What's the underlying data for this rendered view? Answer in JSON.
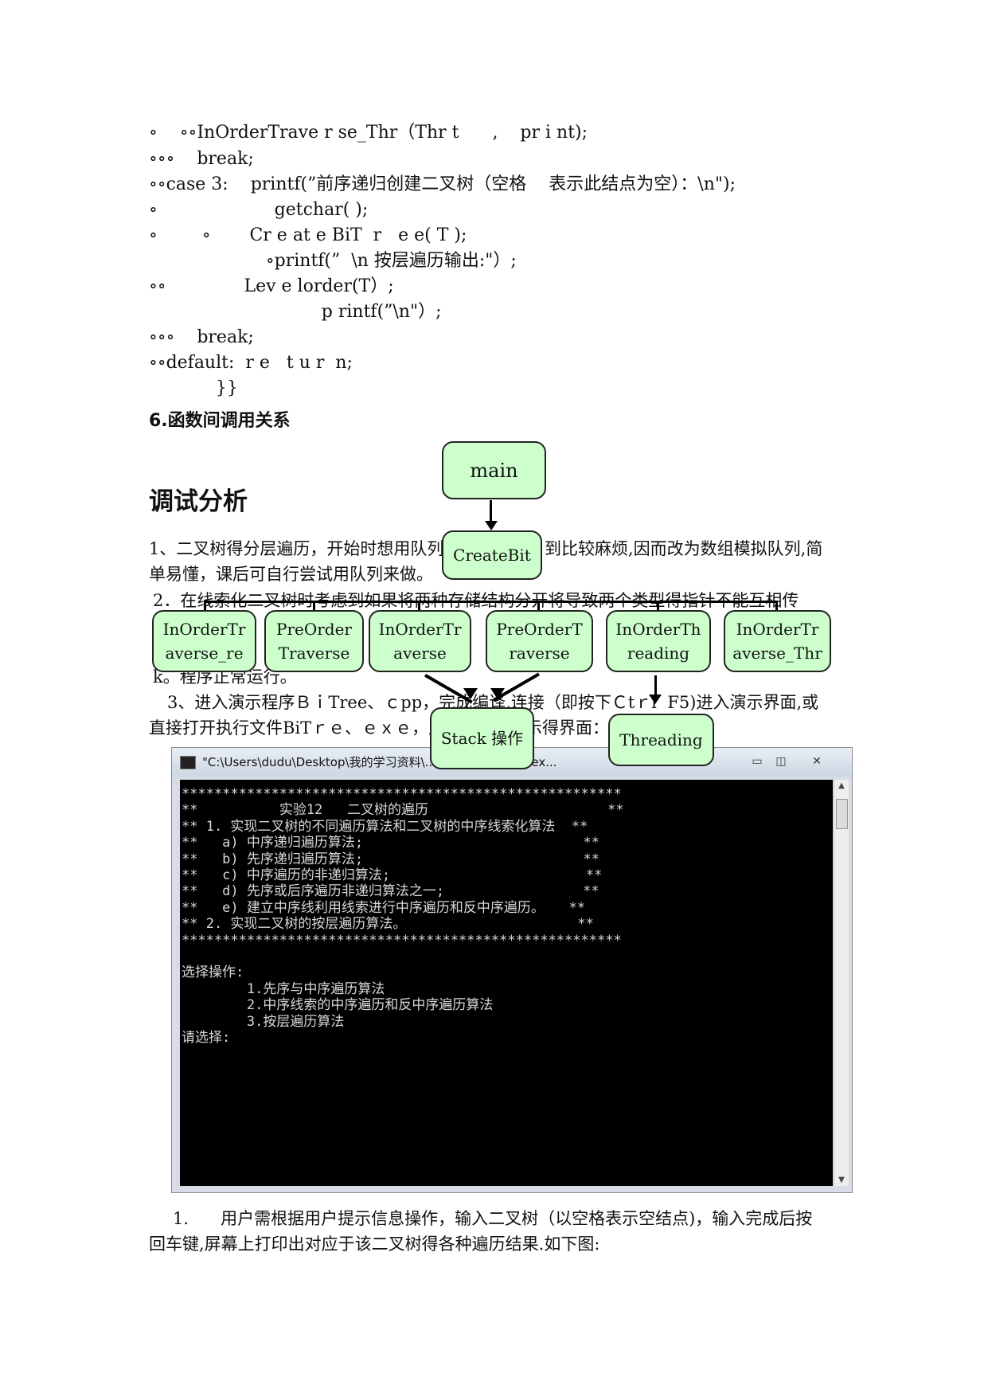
{
  "code_lines": [
    "∘    ∘∘InOrderTrave r se_Thr（Thr t      ,    pr i nt);",
    "∘∘∘    break;",
    "∘∘case 3:    printf(”前序递归创建二叉树（空格    表示此结点为空）：\\n\");",
    "∘                     getchar( );",
    "∘        ∘       Cr e at e BiT  r   e e( T );",
    "                     ∘printf(”  \\n 按层遍历输出:\"）;",
    "∘∘              Lev e lorder(T）;",
    "                               p rintf(”\\n\"）;",
    "∘∘∘    break;",
    "∘∘default:  r e   t u r  n;",
    "            }}"
  ],
  "section6_title": "6.函数间调用关系",
  "debug_title": "调试分析",
  "para1_line1": "1、二叉树得分层遍历，开始时想用队列",
  "para1_line1_end": "到比较麻烦,因而改为数组模拟队列,简",
  "para1_line2": "单易懂，课后可自行尝试用队列来做。",
  "para2_line1": "2．在线索化二叉树时考虑到如果将两种存储结构分开将导致两个类型得指针不能互相传",
  "para2_line3": "k。程序正常运行。",
  "para3_line1": "3、进入演示程序ＢｉTree、ｃpp，完成编译,连接（即按下Ｃtｒl  F5)进入演示界面,或",
  "para3_line2_start": "直接打开执行文件BiTｒｅ、ｅｘｅ，产",
  "para3_line2_end": "示得界面：",
  "nodes": {
    "main": "main",
    "createbit": "CreateBit",
    "inorder_re": "InOrderTr averse_re",
    "preorder": "PreOrder Traverse",
    "inorder_tr": "InOrderTr averse",
    "preorder_t": "PreOrderT raverse",
    "inorder_th": "InOrderTh reading",
    "inorder_thr": "InOrderTr averse_Thr",
    "stack": "Stack 操作",
    "threading": "Threading"
  },
  "window": {
    "title": "\"C:\\Users\\dudu\\Desktop\\我的学习资料\\...\\作业\\实验报告\\...ex...",
    "minimize": "▭",
    "maximize": "◫",
    "close": "✕"
  },
  "console_lines": [
    "******************************************************",
    "**          实验12   二叉树的遍历                      **",
    "** 1. 实现二叉树的不同遍历算法和二叉树的中序线索化算法  **",
    "**   a) 中序递归遍历算法;                           **",
    "**   b) 先序递归遍历算法;                           **",
    "**   c) 中序遍历的非递归算法;                        **",
    "**   d) 先序或后序遍历非递归算法之一;                 **",
    "**   e) 建立中序线利用线索进行中序遍历和反中序遍历。   **",
    "** 2. 实现二叉树的按层遍历算法。                     **",
    "******************************************************",
    "",
    "选择操作:",
    "        1.先序与中序遍历算法",
    "        2.中序线索的中序遍历和反中序遍历算法",
    "        3.按层遍历算法",
    "请选择:"
  ],
  "bottom_line1": "1.      用户需根据用户提示信息操作，输入二叉树（以空格表示空结点)，输入完成后按",
  "bottom_line2": "回车键,屏幕上打印出对应于该二叉树得各种遍历结果.如下图:"
}
